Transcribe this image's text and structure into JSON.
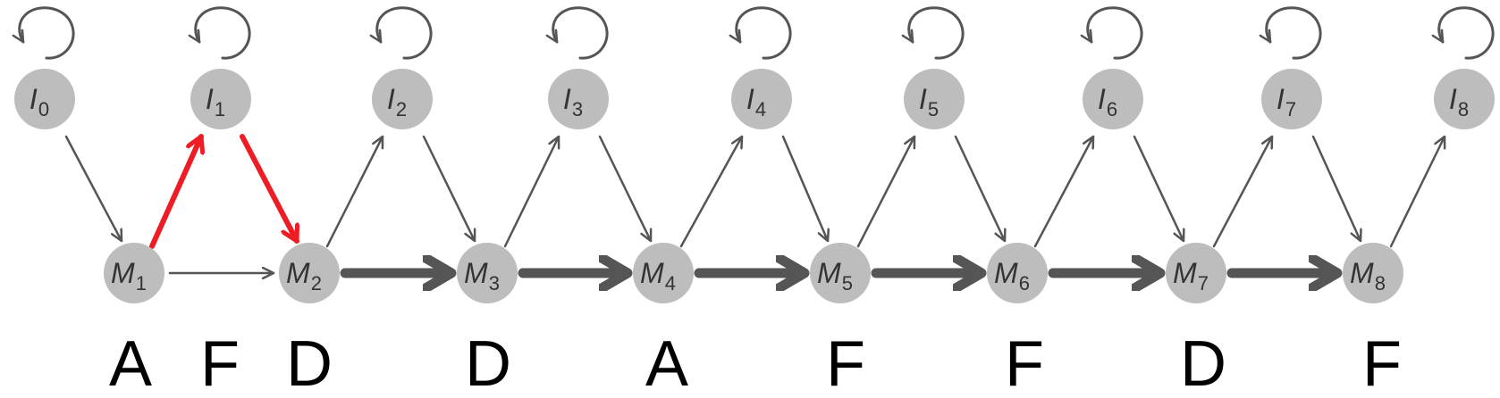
{
  "colors": {
    "node_fill": "#bdbdbd",
    "edge": "#555555",
    "highlight": "#ee1c24",
    "letter": "#000000"
  },
  "insert_states": [
    {
      "base": "I",
      "sub": "0"
    },
    {
      "base": "I",
      "sub": "1"
    },
    {
      "base": "I",
      "sub": "2"
    },
    {
      "base": "I",
      "sub": "3"
    },
    {
      "base": "I",
      "sub": "4"
    },
    {
      "base": "I",
      "sub": "5"
    },
    {
      "base": "I",
      "sub": "6"
    },
    {
      "base": "I",
      "sub": "7"
    },
    {
      "base": "I",
      "sub": "8"
    }
  ],
  "match_states": [
    {
      "base": "M",
      "sub": "1"
    },
    {
      "base": "M",
      "sub": "2"
    },
    {
      "base": "M",
      "sub": "3"
    },
    {
      "base": "M",
      "sub": "4"
    },
    {
      "base": "M",
      "sub": "5"
    },
    {
      "base": "M",
      "sub": "6"
    },
    {
      "base": "M",
      "sub": "7"
    },
    {
      "base": "M",
      "sub": "8"
    }
  ],
  "sequence": [
    {
      "letter": "A",
      "highlighted": false
    },
    {
      "letter": "F",
      "highlighted": true
    },
    {
      "letter": "D",
      "highlighted": false
    },
    {
      "letter": "D",
      "highlighted": false
    },
    {
      "letter": "A",
      "highlighted": false
    },
    {
      "letter": "F",
      "highlighted": false
    },
    {
      "letter": "F",
      "highlighted": false
    },
    {
      "letter": "D",
      "highlighted": false
    },
    {
      "letter": "F",
      "highlighted": false
    }
  ],
  "highlighted_path": [
    "M1",
    "I1",
    "M2"
  ]
}
